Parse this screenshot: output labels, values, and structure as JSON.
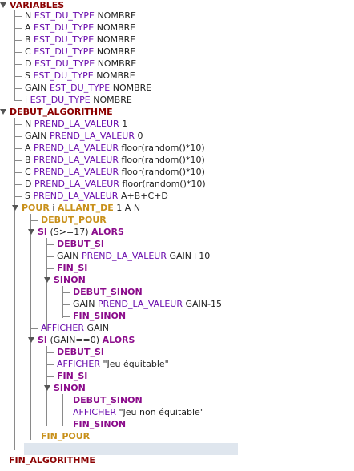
{
  "tree": {
    "variables_label": "VARIABLES",
    "variables": [
      {
        "name": "N",
        "kw": "EST_DU_TYPE",
        "type": "NOMBRE"
      },
      {
        "name": "A",
        "kw": "EST_DU_TYPE",
        "type": "NOMBRE"
      },
      {
        "name": "B",
        "kw": "EST_DU_TYPE",
        "type": "NOMBRE"
      },
      {
        "name": "C",
        "kw": "EST_DU_TYPE",
        "type": "NOMBRE"
      },
      {
        "name": "D",
        "kw": "EST_DU_TYPE",
        "type": "NOMBRE"
      },
      {
        "name": "S",
        "kw": "EST_DU_TYPE",
        "type": "NOMBRE"
      },
      {
        "name": "GAIN",
        "kw": "EST_DU_TYPE",
        "type": "NOMBRE"
      },
      {
        "name": "i",
        "kw": "EST_DU_TYPE",
        "type": "NOMBRE"
      }
    ],
    "debut_algo": "DEBUT_ALGORITHME",
    "assigns": [
      {
        "name": "N",
        "kw": "PREND_LA_VALEUR",
        "val": "1"
      },
      {
        "name": "GAIN",
        "kw": "PREND_LA_VALEUR",
        "val": "0"
      },
      {
        "name": "A",
        "kw": "PREND_LA_VALEUR",
        "val": "floor(random()*10)"
      },
      {
        "name": "B",
        "kw": "PREND_LA_VALEUR",
        "val": "floor(random()*10)"
      },
      {
        "name": "C",
        "kw": "PREND_LA_VALEUR",
        "val": "floor(random()*10)"
      },
      {
        "name": "D",
        "kw": "PREND_LA_VALEUR",
        "val": "floor(random()*10)"
      },
      {
        "name": "S",
        "kw": "PREND_LA_VALEUR",
        "val": "A+B+C+D"
      }
    ],
    "pour": {
      "kw": "POUR",
      "var": "i",
      "kw2": "ALLANT_DE",
      "range": "1 A N"
    },
    "debut_pour": "DEBUT_POUR",
    "si1": {
      "kw": "SI",
      "cond": "(S>=17)",
      "kw2": "ALORS"
    },
    "debut_si": "DEBUT_SI",
    "gain_plus": {
      "name": "GAIN",
      "kw": "PREND_LA_VALEUR",
      "val": "GAIN+10"
    },
    "fin_si": "FIN_SI",
    "sinon": "SINON",
    "debut_sinon": "DEBUT_SINON",
    "gain_minus": {
      "name": "GAIN",
      "kw": "PREND_LA_VALEUR",
      "val": "GAIN-15"
    },
    "fin_sinon": "FIN_SINON",
    "afficher_gain": {
      "kw": "AFFICHER",
      "val": "GAIN"
    },
    "si2": {
      "kw": "SI",
      "cond": "(GAIN==0)",
      "kw2": "ALORS"
    },
    "afficher_eq": {
      "kw": "AFFICHER",
      "val": "\"Jeu équitable\""
    },
    "afficher_neq": {
      "kw": "AFFICHER",
      "val": "\"Jeu non équitable\""
    },
    "fin_pour": "FIN_POUR",
    "fin_algo": "FIN_ALGORITHME"
  }
}
